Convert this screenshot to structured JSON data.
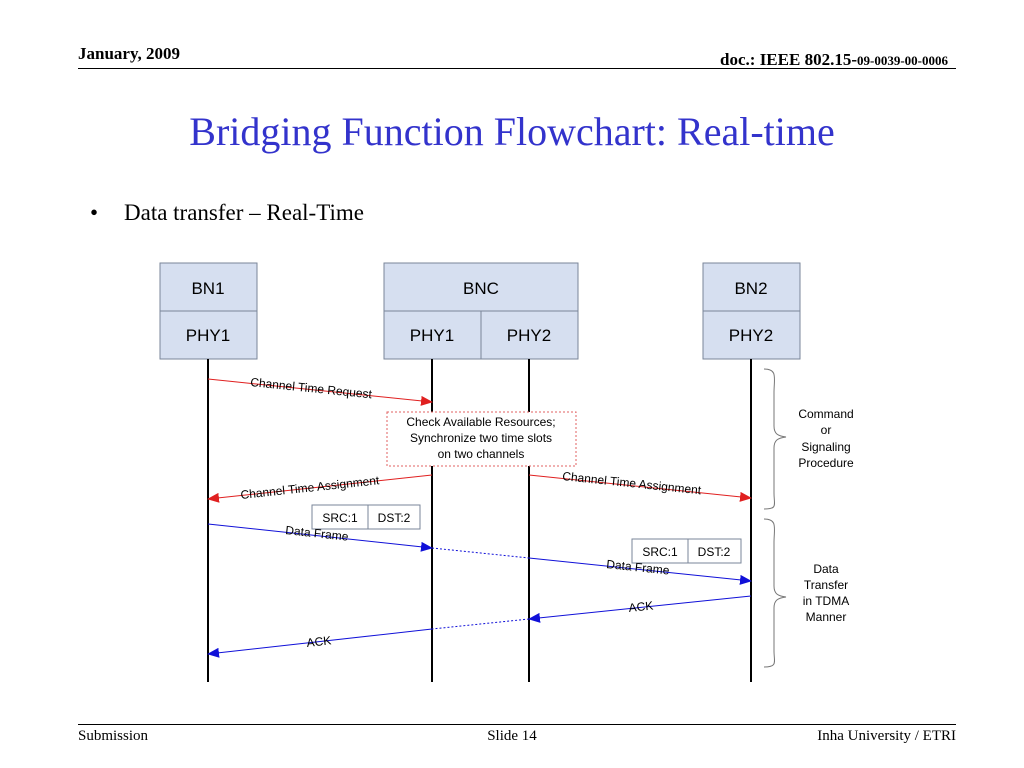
{
  "header": {
    "date": "January, 2009",
    "doc_prefix": "doc.: IEEE 802.15-",
    "doc_number": "09-0039-00-0006"
  },
  "title": "Bridging Function Flowchart: Real-time",
  "bullet": "Data transfer – Real-Time",
  "entities": {
    "bn1": {
      "name": "BN1",
      "phy": "PHY1"
    },
    "bnc": {
      "name": "BNC",
      "phy_a": "PHY1",
      "phy_b": "PHY2"
    },
    "bn2": {
      "name": "BN2",
      "phy": "PHY2"
    }
  },
  "messages": {
    "channel_time_request": "Channel Time Request",
    "channel_time_assignment_left": "Channel Time Assignment",
    "channel_time_assignment_right": "Channel Time Assignment",
    "data_frame_1": "Data Frame",
    "data_frame_2": "Data Frame",
    "ack_1": "ACK",
    "ack_2": "ACK"
  },
  "process_box": {
    "line1": "Check Available Resources;",
    "line2": "Synchronize two time slots",
    "line3": "on two channels"
  },
  "frame_tag_1": {
    "src": "SRC:1",
    "dst": "DST:2"
  },
  "frame_tag_2": {
    "src": "SRC:1",
    "dst": "DST:2"
  },
  "phases": {
    "command": {
      "line1": "Command",
      "line2": "or",
      "line3": "Signaling",
      "line4": "Procedure"
    },
    "data": {
      "line1": "Data",
      "line2": "Transfer",
      "line3": "in TDMA",
      "line4": "Manner"
    }
  },
  "colors": {
    "title": "#3333cc",
    "box_fill": "#d6dff0",
    "signal_arrow": "#e02020",
    "data_arrow": "#1010d8"
  },
  "footer": {
    "left": "Submission",
    "center": "Slide 14",
    "right": "Inha University / ETRI"
  }
}
